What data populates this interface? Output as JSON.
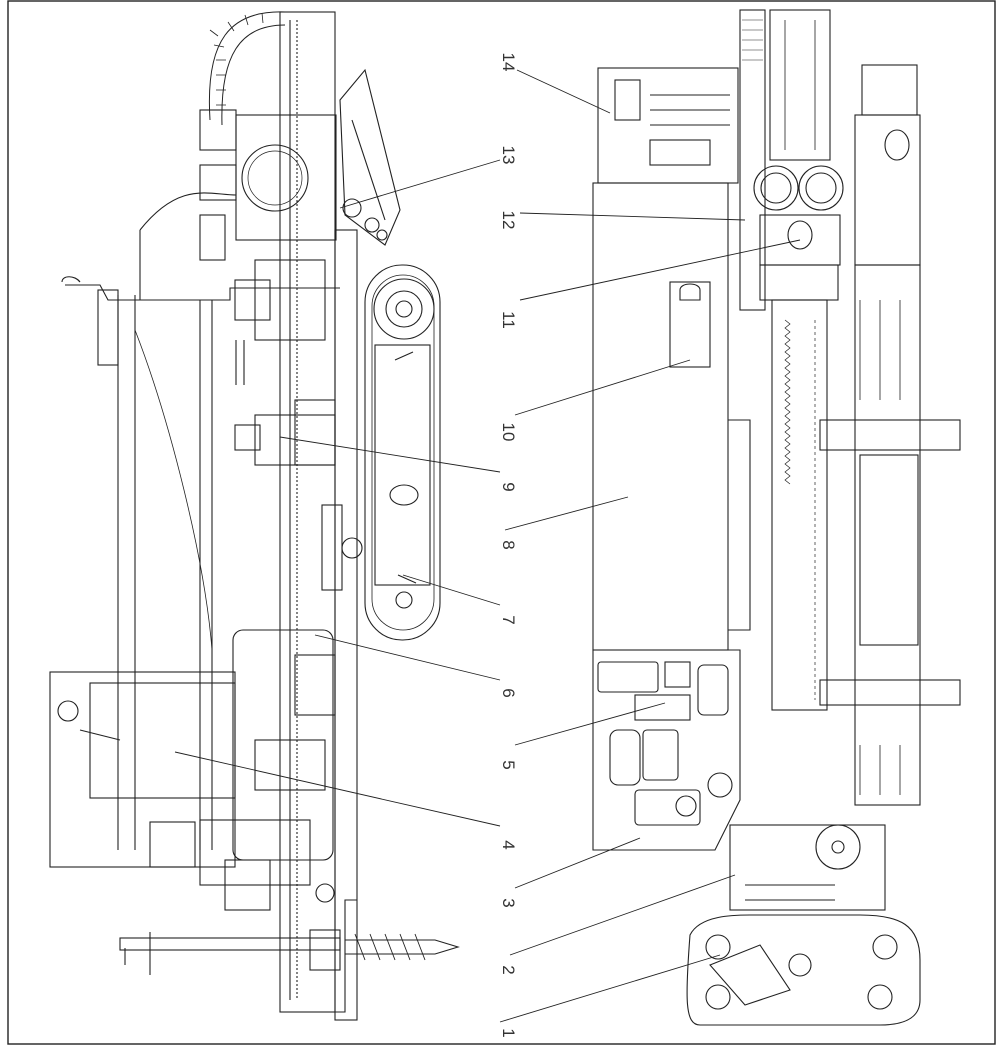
{
  "figure": {
    "callouts": [
      {
        "label": "14"
      },
      {
        "label": "13"
      },
      {
        "label": "12"
      },
      {
        "label": "11"
      },
      {
        "label": "10"
      },
      {
        "label": "9"
      },
      {
        "label": "8"
      },
      {
        "label": "7"
      },
      {
        "label": "6"
      },
      {
        "label": "5"
      },
      {
        "label": "4"
      },
      {
        "label": "3"
      },
      {
        "label": "2"
      },
      {
        "label": "1"
      }
    ]
  }
}
